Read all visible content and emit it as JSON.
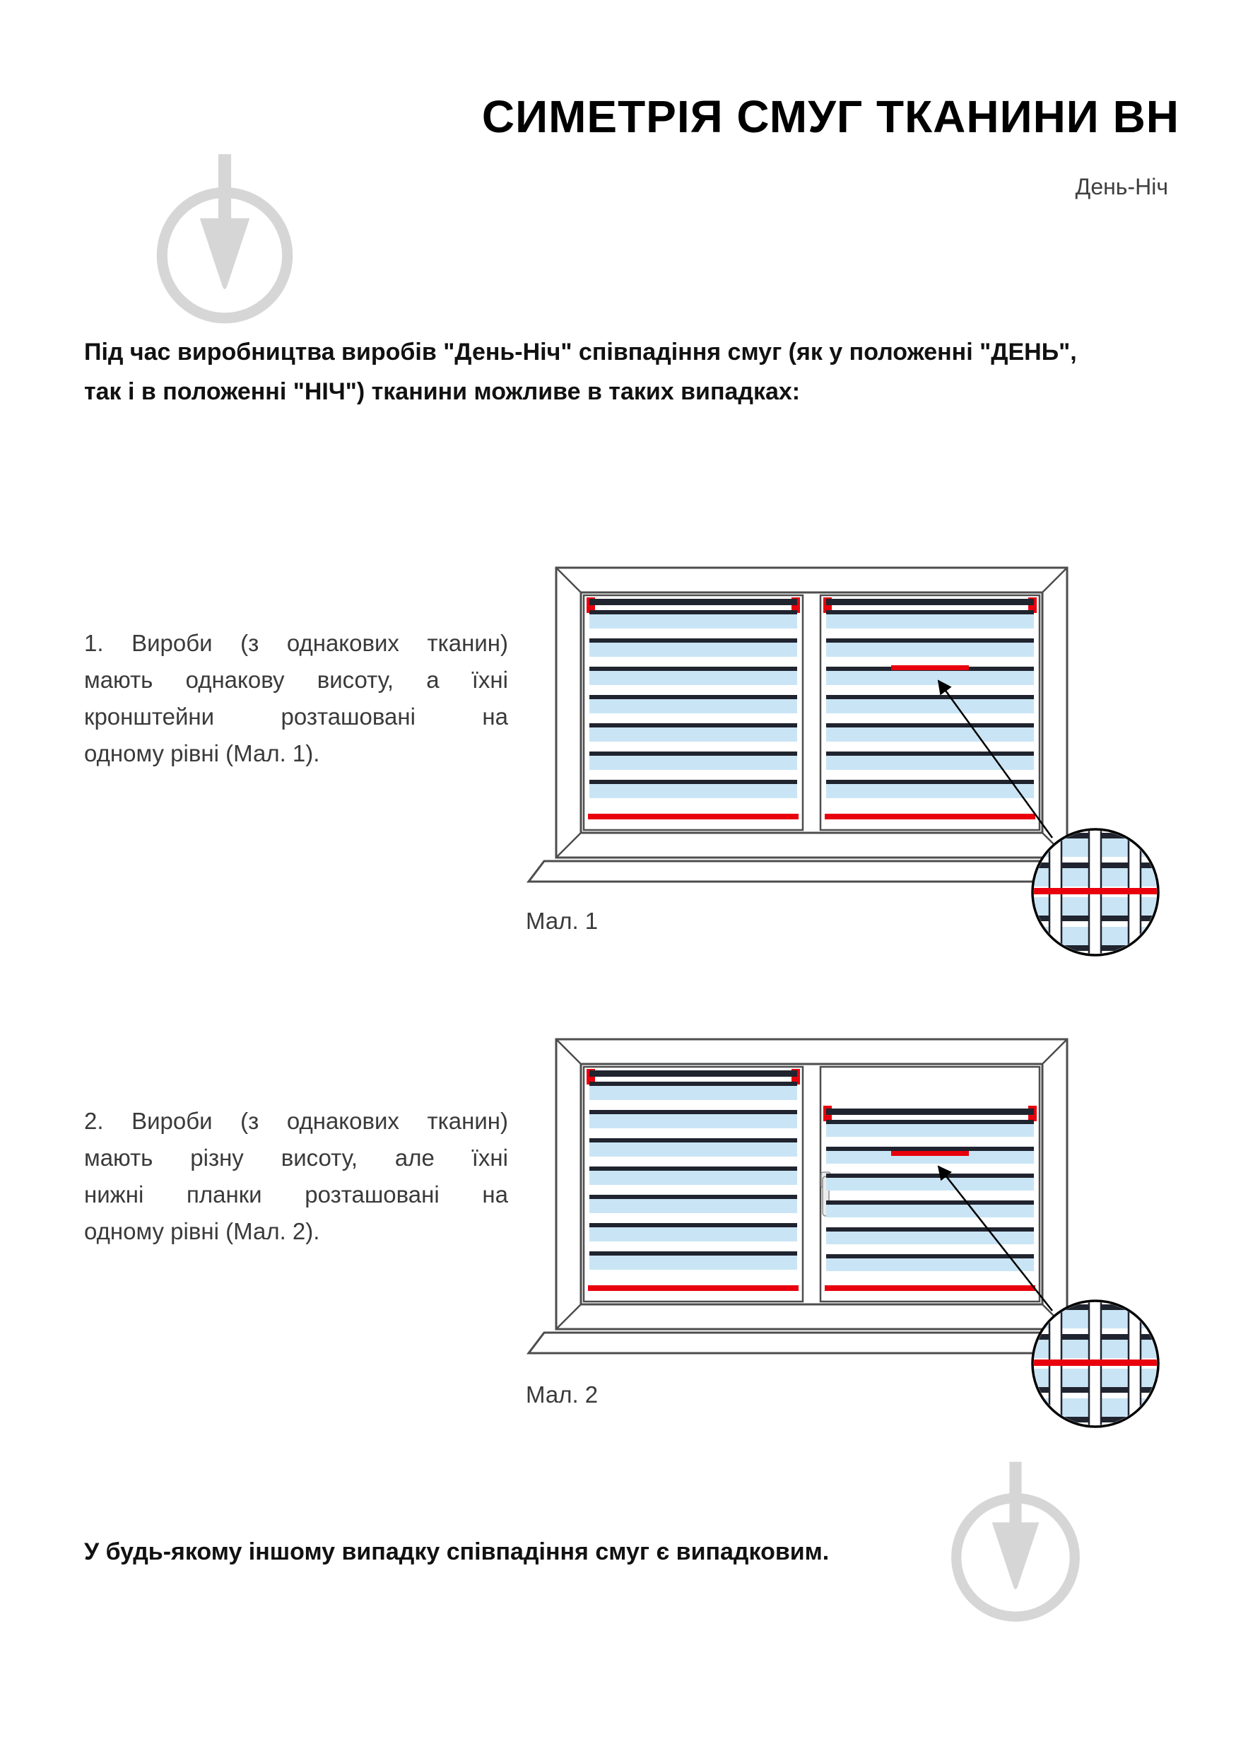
{
  "document": {
    "title": "СИМЕТРІЯ СМУГ ТКАНИНИ ВН",
    "subtitle": "День-Ніч",
    "intro_lines": [
      "Під час виробництва виробів \"День-Ніч\" співпадіння смуг (як у положенні \"ДЕНЬ\",",
      "так і в положенні \"НІЧ\") тканини можливе в таких випадках:"
    ],
    "cases": [
      {
        "lines": [
          "1. Вироби (з однакових тканин)",
          "мають однакову висоту, а їхні",
          "кронштейни розташовані на",
          "одному рівні (Мал. 1)."
        ],
        "figure_caption": "Мал. 1"
      },
      {
        "lines": [
          "2. Вироби (з однакових тканин)",
          "мають різну висоту, але їхні",
          "нижні планки розташовані на",
          "одному рівні (Мал. 2)."
        ],
        "figure_caption": "Мал. 2"
      }
    ],
    "footer": "У будь-якому іншому випадку співпадіння смуг є випадковим."
  },
  "colors": {
    "accent-red": "#e8000d",
    "stripe-blue": "#c9e5f5",
    "stripe-navy": "#20242f",
    "frame-gray": "#4d4d4d",
    "watermark-gray": "#d6d6d6"
  }
}
